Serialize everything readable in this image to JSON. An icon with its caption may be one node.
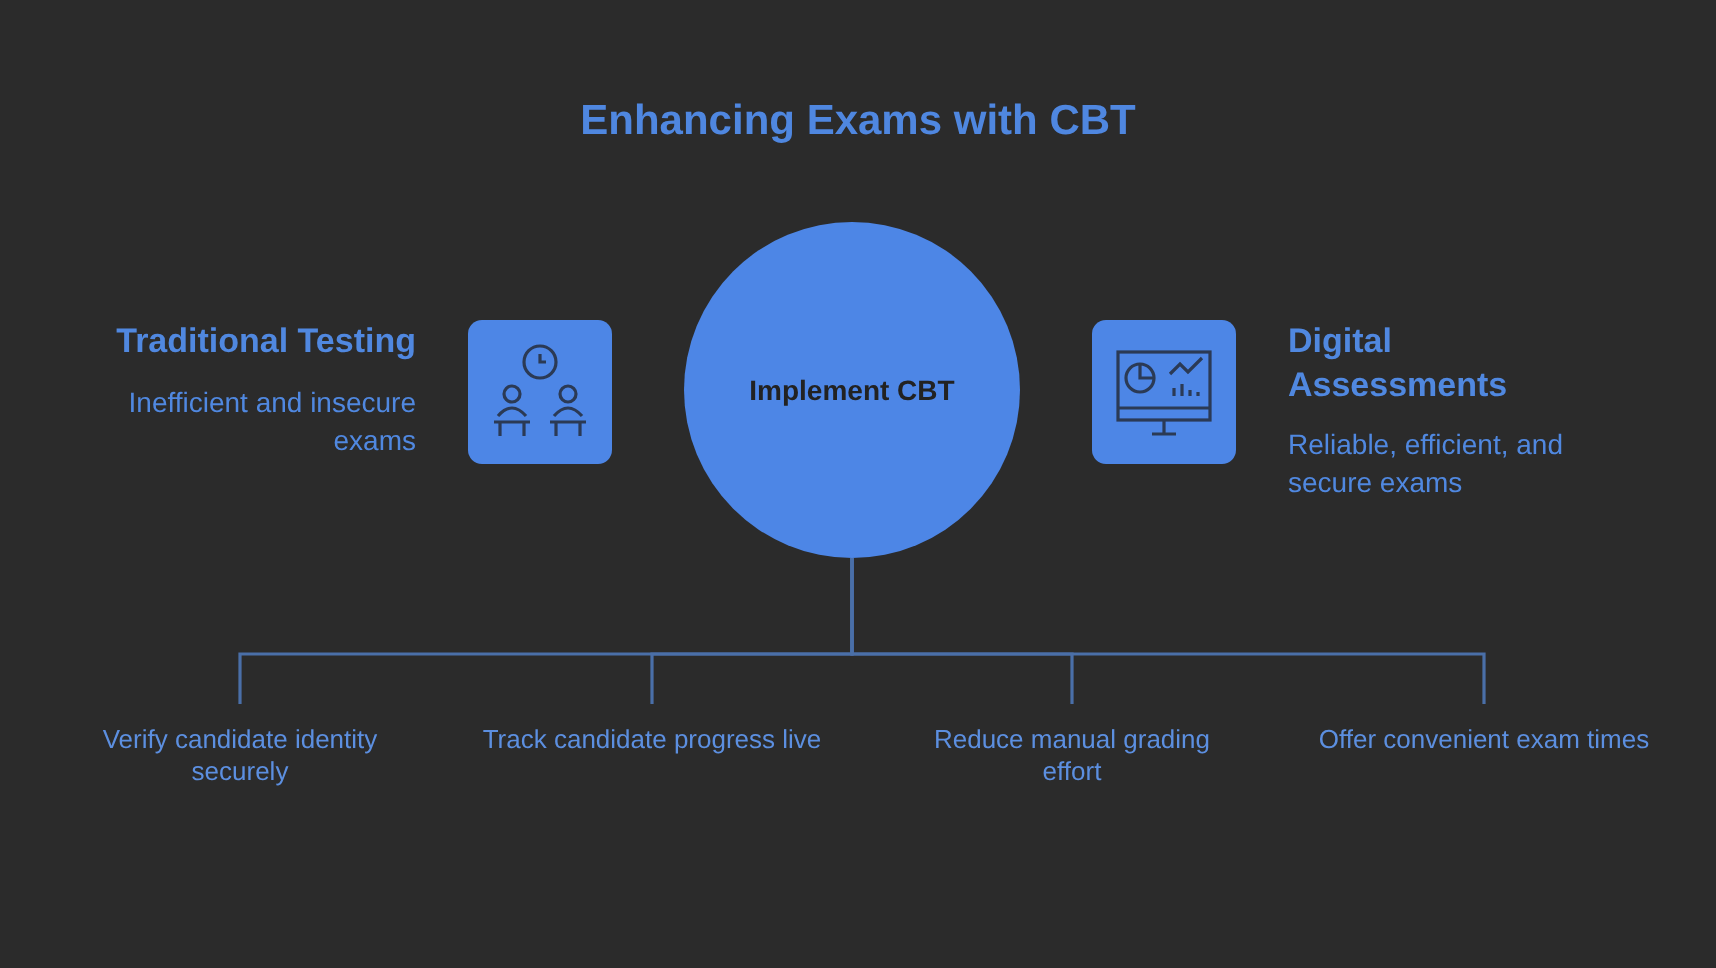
{
  "diagram": {
    "title": "Enhancing Exams with CBT",
    "nodes": [
      {
        "text": [
          "Implement CBT"
        ]
      },
      {
        "text": [
          "Verify candidate identity securely"
        ]
      },
      {
        "text": [
          "Track candidate progress live"
        ]
      },
      {
        "text": [
          "Reduce manual grading effort"
        ]
      },
      {
        "text": [
          "Offer convenient exam times"
        ]
      }
    ],
    "edges": [
      {
        "from": 0,
        "to": 1,
        "arrow": "none"
      },
      {
        "from": 0,
        "to": 2,
        "arrow": "none"
      },
      {
        "from": 0,
        "to": 3,
        "arrow": "none"
      },
      {
        "from": 0,
        "to": 4,
        "arrow": "none"
      }
    ],
    "labels": [
      "Traditional Testing",
      "Inefficient and insecure exams",
      "Digital Assessments",
      "Reliable, efficient, and secure exams"
    ]
  }
}
